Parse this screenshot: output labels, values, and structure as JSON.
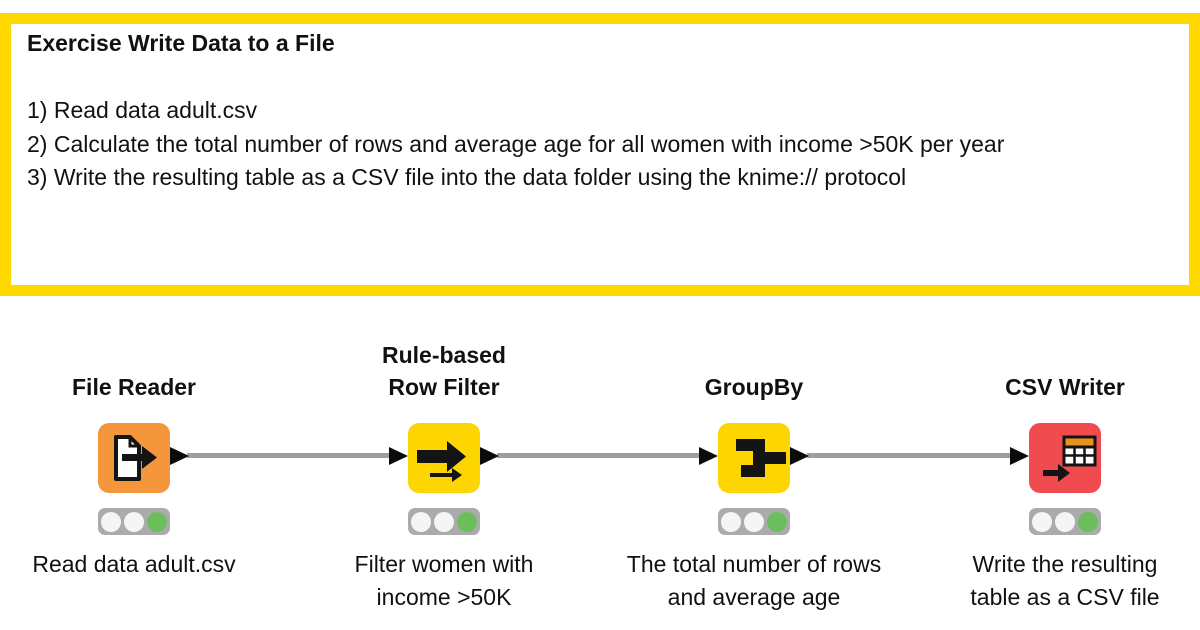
{
  "annotation": {
    "title": "Exercise Write Data to a File",
    "steps": [
      "1) Read data adult.csv",
      "2) Calculate the total number of rows and average age for all women with income >50K per year",
      "3) Write the resulting table as a CSV file into the data folder using the knime:// protocol"
    ],
    "border_color": "#FFD800"
  },
  "workflow": {
    "connector_color": "#9E9E9E",
    "port_color": "#0B0B0B",
    "traffic_light_background": "#ABABAB",
    "traffic_light_off_color": "#F5F5F5",
    "nodes": [
      {
        "title": "File Reader",
        "caption": "Read data adult.csv",
        "color": "#F4963B",
        "icon": "file-reader-icon",
        "status": "executed",
        "status_color": "#6CBE5C",
        "has_input_port": false,
        "has_output_port": true
      },
      {
        "title": "Rule-based\nRow Filter",
        "caption": "Filter women with\nincome >50K",
        "color": "#FDD602",
        "icon": "row-filter-icon",
        "status": "executed",
        "status_color": "#6CBE5C",
        "has_input_port": true,
        "has_output_port": true
      },
      {
        "title": "GroupBy",
        "caption": "The total number of rows\nand average age",
        "color": "#FDD602",
        "icon": "groupby-icon",
        "status": "executed",
        "status_color": "#6CBE5C",
        "has_input_port": true,
        "has_output_port": true
      },
      {
        "title": "CSV Writer",
        "caption": "Write the resulting\ntable as a CSV file",
        "color": "#F04B4E",
        "icon": "csv-writer-icon",
        "status": "executed",
        "status_color": "#6CBE5C",
        "table_header_color": "#E8931C",
        "has_input_port": true,
        "has_output_port": false
      }
    ]
  }
}
